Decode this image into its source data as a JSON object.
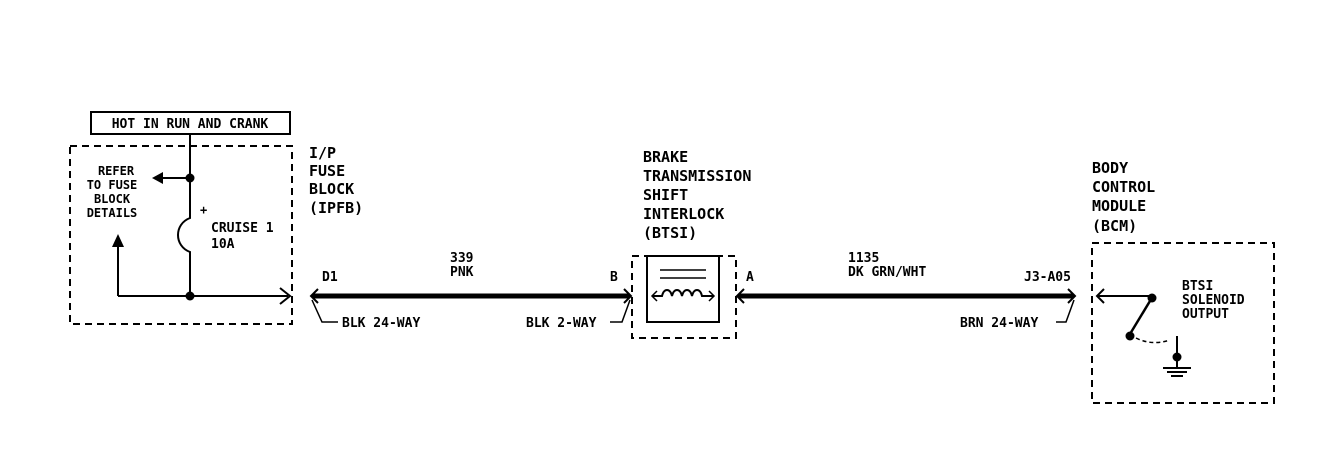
{
  "hot_label": "HOT IN RUN AND CRANK",
  "fuse_block": {
    "refer_lines": [
      "REFER",
      "TO FUSE",
      "BLOCK",
      "DETAILS"
    ],
    "fuse_polarity": "+",
    "fuse_name": "CRUISE 1",
    "fuse_rating": "10A",
    "title_lines": [
      "I/P",
      "FUSE",
      "BLOCK",
      "(IPFB)"
    ],
    "terminal": "D1",
    "connector": "BLK 24-WAY"
  },
  "wire_339": {
    "circuit": "339",
    "color": "PNK"
  },
  "btsi": {
    "title_lines": [
      "BRAKE",
      "TRANSMISSION",
      "SHIFT",
      "INTERLOCK",
      "(BTSI)"
    ],
    "terminal_b": "B",
    "terminal_a": "A",
    "connector_b": "BLK 2-WAY"
  },
  "wire_1135": {
    "circuit": "1135",
    "color": "DK GRN/WHT"
  },
  "bcm": {
    "title_lines": [
      "BODY",
      "CONTROL",
      "MODULE",
      "(BCM)"
    ],
    "terminal": "J3-A05",
    "connector": "BRN 24-WAY",
    "output_lines": [
      "BTSI",
      "SOLENOID",
      "OUTPUT"
    ]
  }
}
